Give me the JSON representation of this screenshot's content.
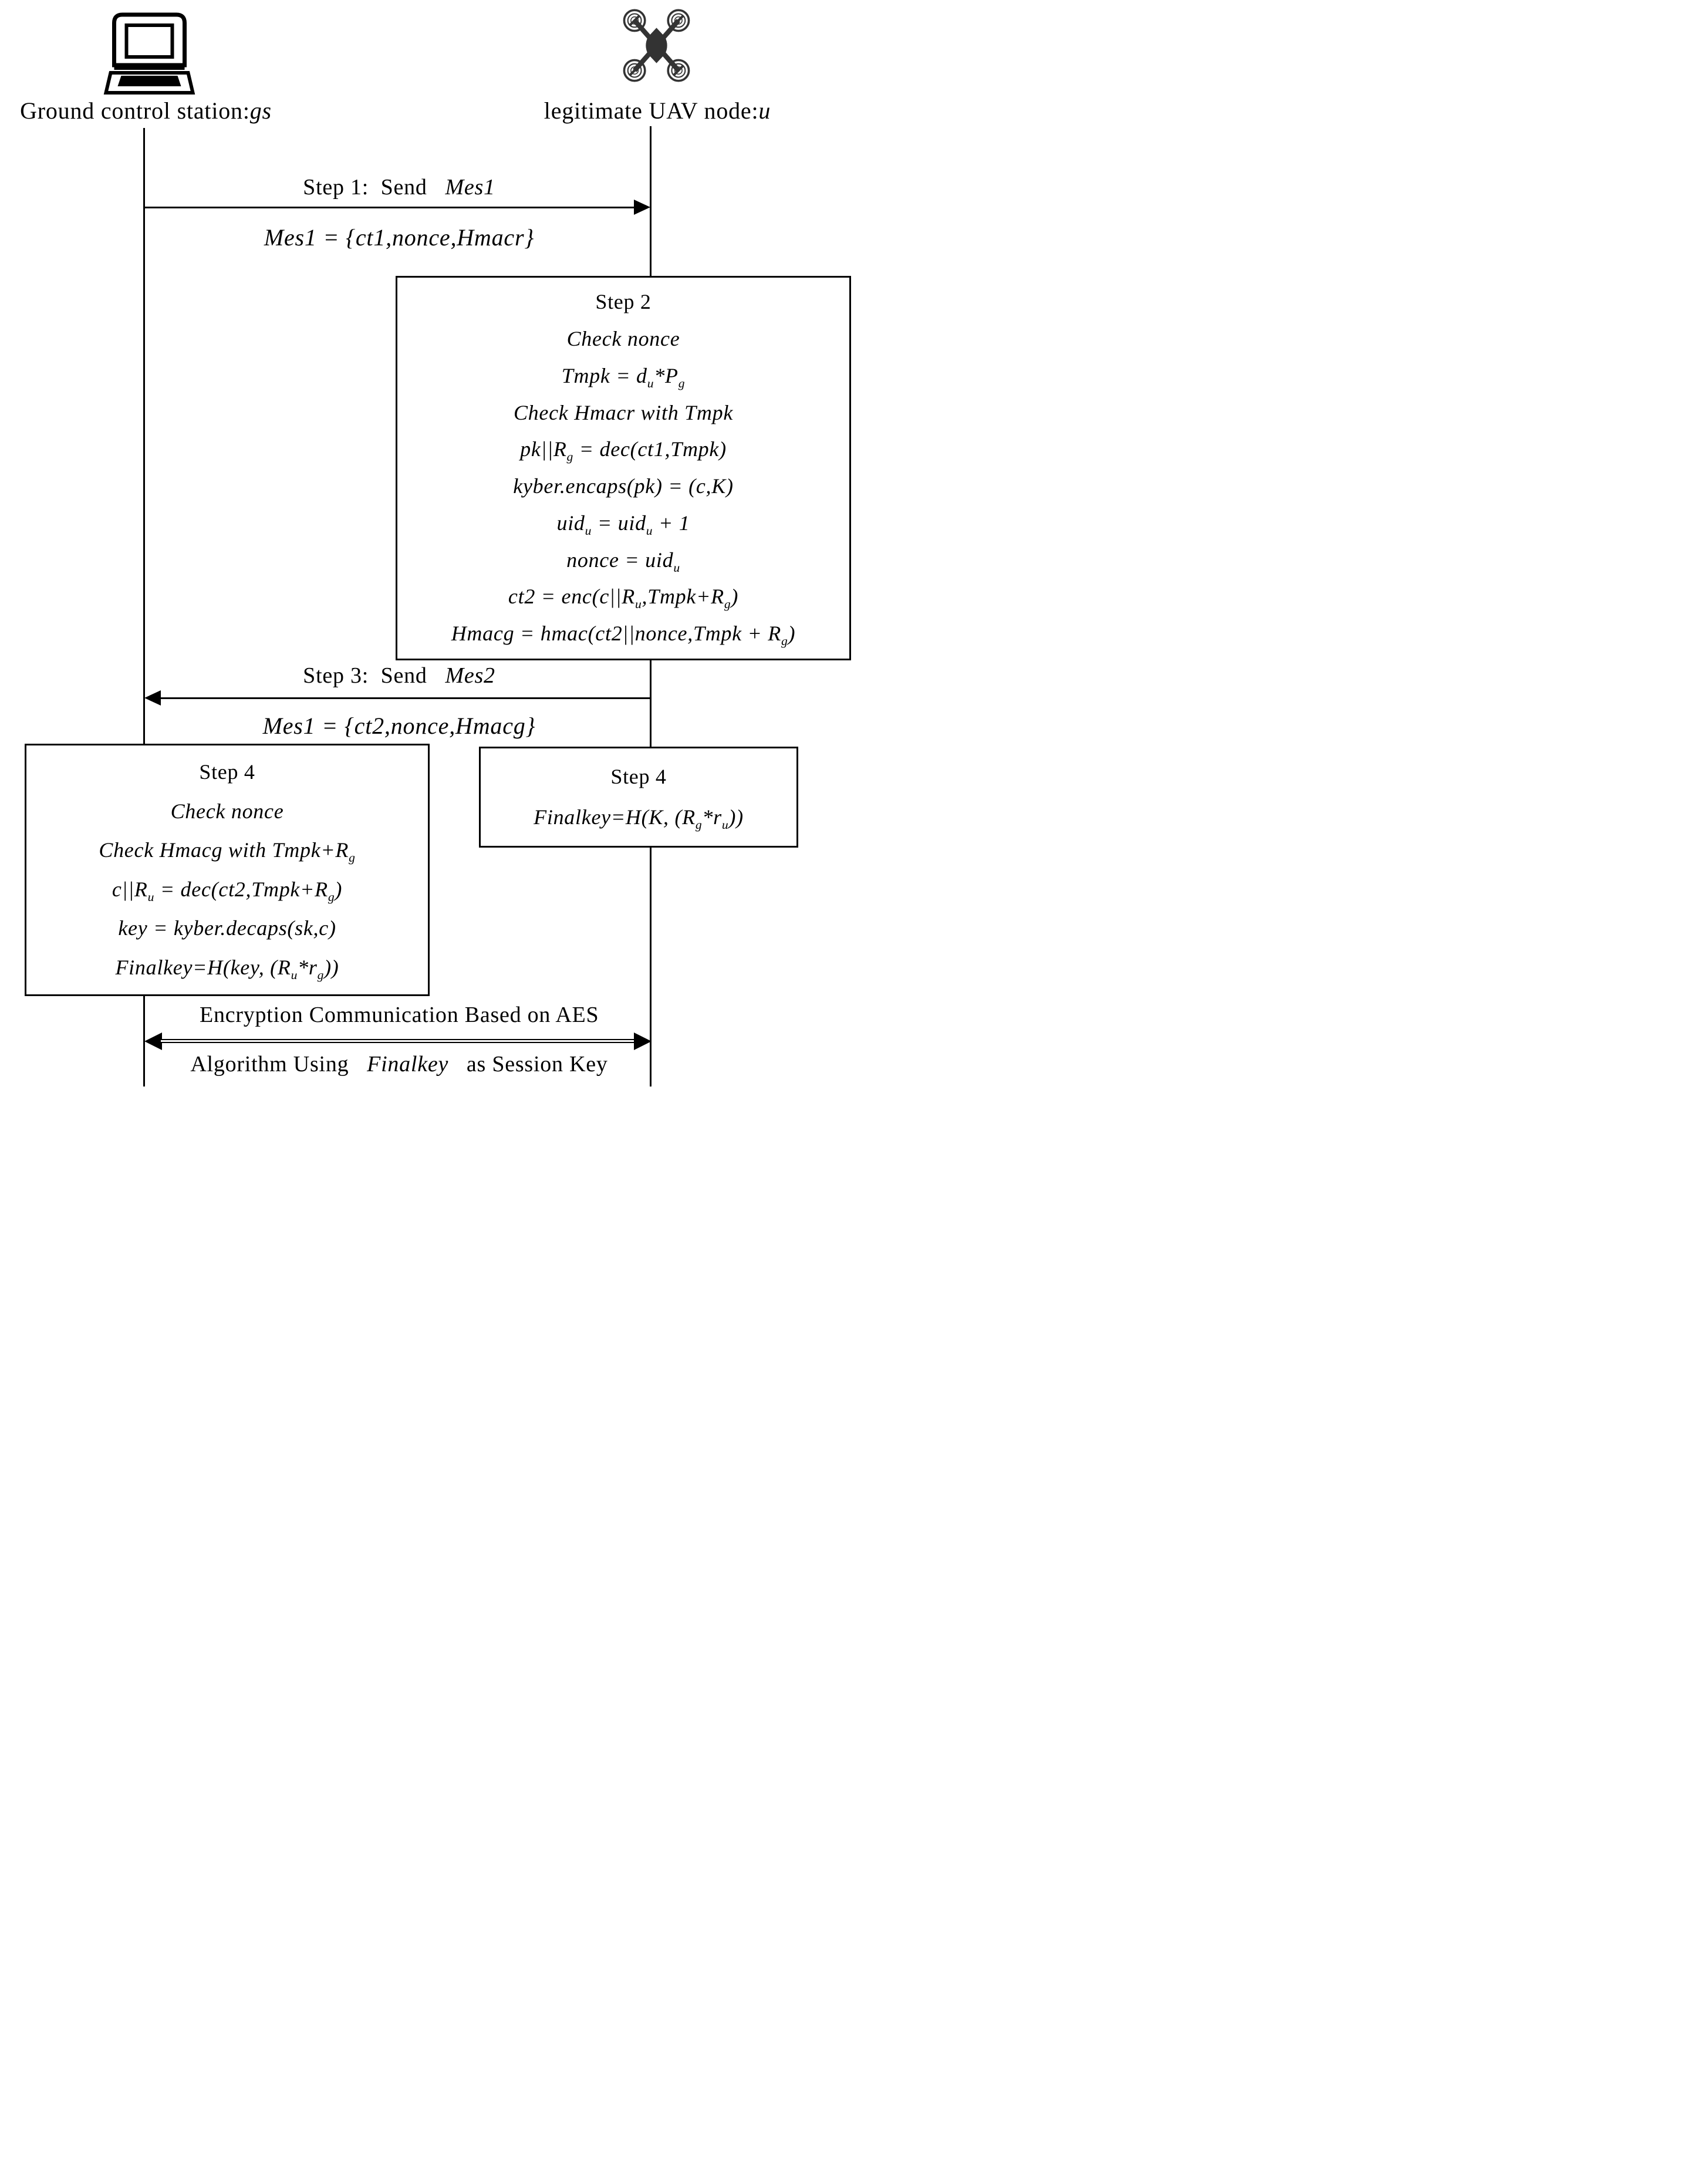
{
  "colors": {
    "foreground": "#000000",
    "background": "#ffffff",
    "drone_fill": "#333333"
  },
  "entities": {
    "gs": {
      "label": [
        {
          "t": "Ground control station:",
          "s": "rm"
        },
        {
          "t": "gs"
        }
      ],
      "icon": "laptop-icon"
    },
    "uav": {
      "label": [
        {
          "t": "legitimate UAV node:",
          "s": "rm"
        },
        {
          "t": "u"
        }
      ],
      "icon": "drone-icon"
    }
  },
  "messages": {
    "step1": {
      "label": [
        {
          "t": "Step 1:  Send   ",
          "s": "rm"
        },
        {
          "t": "Mes1"
        }
      ],
      "payload": [
        {
          "t": "Mes1 = {ct1,nonce,Hmacr}"
        }
      ],
      "direction": "gs-to-uav"
    },
    "step3": {
      "label": [
        {
          "t": "Step 3:  Send   ",
          "s": "rm"
        },
        {
          "t": "Mes2"
        }
      ],
      "payload": [
        {
          "t": "Mes1 = {ct2,nonce,Hmacg}"
        }
      ],
      "direction": "uav-to-gs"
    },
    "session": {
      "line1": [
        {
          "t": "Encryption Communication Based on AES",
          "s": "rm"
        }
      ],
      "line2": [
        {
          "t": "Algorithm Using   ",
          "s": "rm"
        },
        {
          "t": "Finalkey"
        },
        {
          "t": "   as Session Key",
          "s": "rm"
        }
      ],
      "direction": "bidirectional"
    }
  },
  "boxes": {
    "step2": {
      "owner": "uav",
      "lines": [
        [
          {
            "t": "Step 2",
            "s": "rm"
          }
        ],
        [
          {
            "t": "Check nonce"
          }
        ],
        [
          {
            "t": "Tmpk = d"
          },
          {
            "t": "u",
            "s": "sub"
          },
          {
            "t": "*P"
          },
          {
            "t": "g",
            "s": "sub"
          }
        ],
        [
          {
            "t": "Check Hmacr with Tmpk"
          }
        ],
        [
          {
            "t": "pk||R"
          },
          {
            "t": "g",
            "s": "sub"
          },
          {
            "t": " = dec(ct1,Tmpk)"
          }
        ],
        [
          {
            "t": "kyber.encaps(pk) = (c,K)"
          }
        ],
        [
          {
            "t": "uid"
          },
          {
            "t": "u",
            "s": "sub"
          },
          {
            "t": " = uid"
          },
          {
            "t": "u",
            "s": "sub"
          },
          {
            "t": " + 1"
          }
        ],
        [
          {
            "t": "nonce = uid"
          },
          {
            "t": "u",
            "s": "sub"
          }
        ],
        [
          {
            "t": "ct2 = enc(c||R"
          },
          {
            "t": "u",
            "s": "sub"
          },
          {
            "t": ",Tmpk+R"
          },
          {
            "t": "g",
            "s": "sub"
          },
          {
            "t": ")"
          }
        ],
        [
          {
            "t": "Hmacg = hmac(ct2||nonce,Tmpk + R"
          },
          {
            "t": "g",
            "s": "sub"
          },
          {
            "t": ")"
          }
        ]
      ]
    },
    "step4_gs": {
      "owner": "gs",
      "lines": [
        [
          {
            "t": "Step 4",
            "s": "rm"
          }
        ],
        [
          {
            "t": "Check nonce"
          }
        ],
        [
          {
            "t": "Check Hmacg with Tmpk+R"
          },
          {
            "t": "g",
            "s": "sub"
          }
        ],
        [
          {
            "t": "c||R"
          },
          {
            "t": "u",
            "s": "sub"
          },
          {
            "t": " = dec(ct2,Tmpk+R"
          },
          {
            "t": "g",
            "s": "sub"
          },
          {
            "t": ")"
          }
        ],
        [
          {
            "t": "key = kyber.decaps(sk,c)"
          }
        ],
        [
          {
            "t": "Finalkey=H(key, (R"
          },
          {
            "t": "u",
            "s": "sub"
          },
          {
            "t": "*r"
          },
          {
            "t": "g",
            "s": "sub"
          },
          {
            "t": "))"
          }
        ]
      ]
    },
    "step4_uav": {
      "owner": "uav",
      "lines": [
        [
          {
            "t": "Step 4",
            "s": "rm"
          }
        ],
        [
          {
            "t": "Finalkey=H(K, (R"
          },
          {
            "t": "g",
            "s": "sub"
          },
          {
            "t": "*r"
          },
          {
            "t": "u",
            "s": "sub"
          },
          {
            "t": "))"
          }
        ]
      ]
    }
  }
}
